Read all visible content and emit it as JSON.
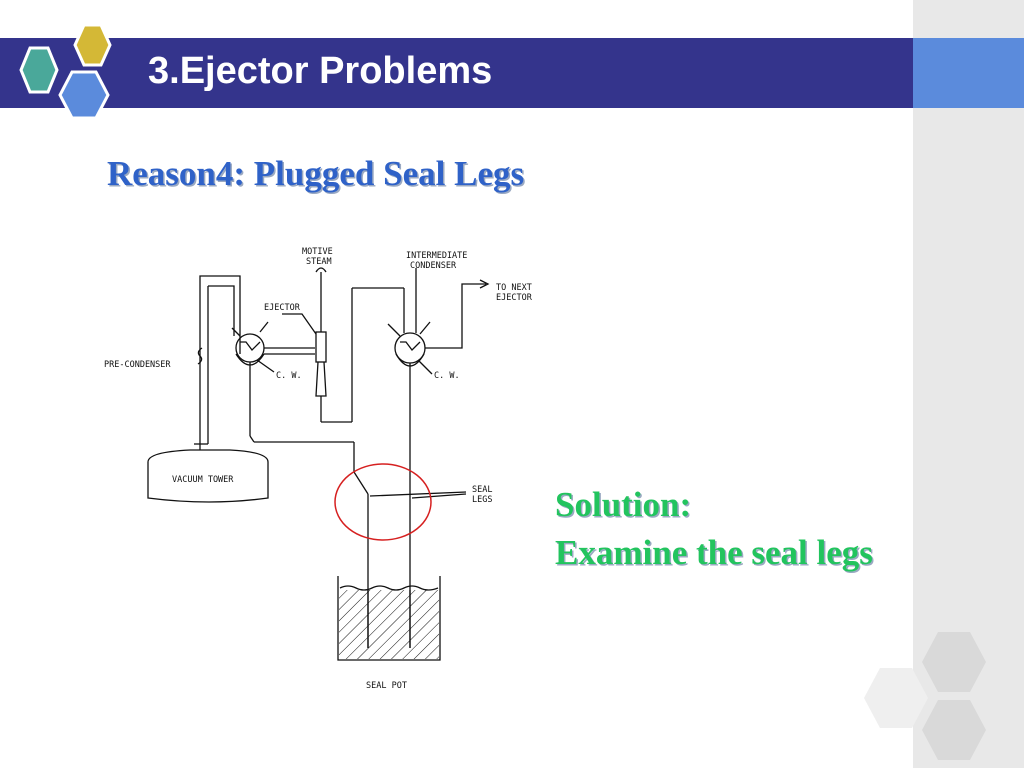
{
  "slide": {
    "title": "3.Ejector Problems",
    "reason": "Reason4: Plugged Seal Legs",
    "solution_heading": "Solution:",
    "solution_text": "Examine the seal legs"
  },
  "diagram": {
    "labels": {
      "motive_steam_1": "MOTIVE",
      "motive_steam_2": "STEAM",
      "intermediate_1": "INTERMEDIATE",
      "intermediate_2": "CONDENSER",
      "to_next_1": "TO NEXT",
      "to_next_2": "EJECTOR",
      "ejector": "EJECTOR",
      "pre_condenser": "PRE-CONDENSER",
      "cw_left": "C. W.",
      "cw_right": "C. W.",
      "vacuum_tower": "VACUUM TOWER",
      "seal_1": "SEAL",
      "seal_2": "LEGS",
      "seal_pot": "SEAL POT"
    }
  },
  "colors": {
    "title_bar": "#34348c",
    "title_accent": "#5b8bdc",
    "reason_text": "#2f62c8",
    "solution_text": "#22c45e",
    "highlight_circle": "#d62020",
    "hex_teal": "#4aa89a",
    "hex_gold": "#d4b836",
    "hex_blue": "#5b8bdc"
  }
}
